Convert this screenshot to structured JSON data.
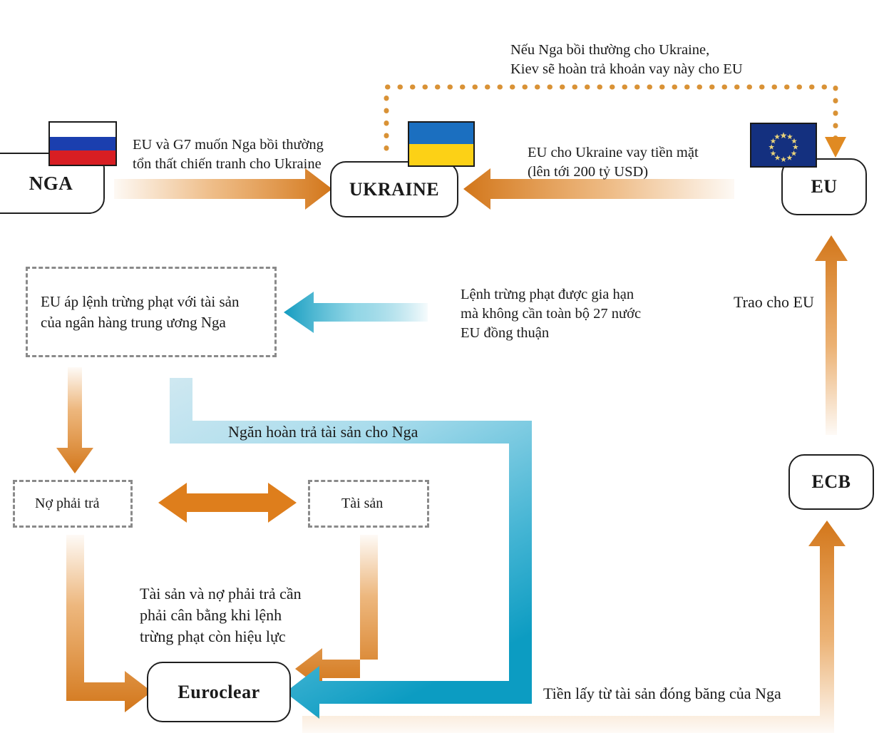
{
  "diagram": {
    "title": "Co che EU dung tai san dong bang cua Nga de cho Ukraine vay",
    "colors": {
      "orange": "#E18727",
      "orange_dark": "#D2761A",
      "cyan": "#1BA3C6",
      "cyan_light": "#BFE4EF",
      "dash_gray": "#8A8A8A",
      "node_border": "#1F1F1F",
      "dotted_orange": "#D99236"
    },
    "nodes": [
      {
        "id": "nga",
        "label": "NGA"
      },
      {
        "id": "ukraine",
        "label": "UKRAINE"
      },
      {
        "id": "eu",
        "label": "EU"
      },
      {
        "id": "ecb",
        "label": "ECB"
      },
      {
        "id": "euroclear",
        "label": "Euroclear"
      }
    ],
    "dashed_boxes": [
      {
        "id": "sanctions",
        "text": "EU áp lệnh trừng phạt với tài sản\ncủa ngân hàng trung ương Nga"
      },
      {
        "id": "liabilities",
        "text": "Nợ phải trả"
      },
      {
        "id": "assets",
        "text": "Tài sản"
      }
    ],
    "flags": [
      {
        "id": "russia-flag",
        "name": "Nga"
      },
      {
        "id": "ukraine-flag",
        "name": "Ukraine"
      },
      {
        "id": "eu-flag",
        "name": "EU"
      }
    ],
    "labels": [
      {
        "id": "loan-repay-note",
        "text": "Nếu Nga bồi thường cho Ukraine,\nKiev sẽ hoàn trả khoản vay này cho EU"
      },
      {
        "id": "reparations-note",
        "text": "EU và G7 muốn Nga bồi thường\ntổn thất chiến tranh cho Ukraine"
      },
      {
        "id": "eu-loan-note",
        "text": "EU cho Ukraine vay tiền mặt\n(lên tới 200 tỷ USD)"
      },
      {
        "id": "sanctions-renew",
        "text": "Lệnh trừng phạt được gia hạn\nmà không cần toàn bộ 27 nước\nEU đồng thuận"
      },
      {
        "id": "hand-to-eu",
        "text": "Trao cho EU"
      },
      {
        "id": "block-return",
        "text": "Ngăn hoàn trả tài sản cho Nga"
      },
      {
        "id": "balance-note",
        "text": "Tài sản và nợ phải trả cần\nphải cân bằng khi lệnh\ntrừng phạt còn hiệu lực"
      },
      {
        "id": "frozen-funds-note",
        "text": "Tiền lấy từ tài sản đóng băng của Nga"
      }
    ]
  }
}
